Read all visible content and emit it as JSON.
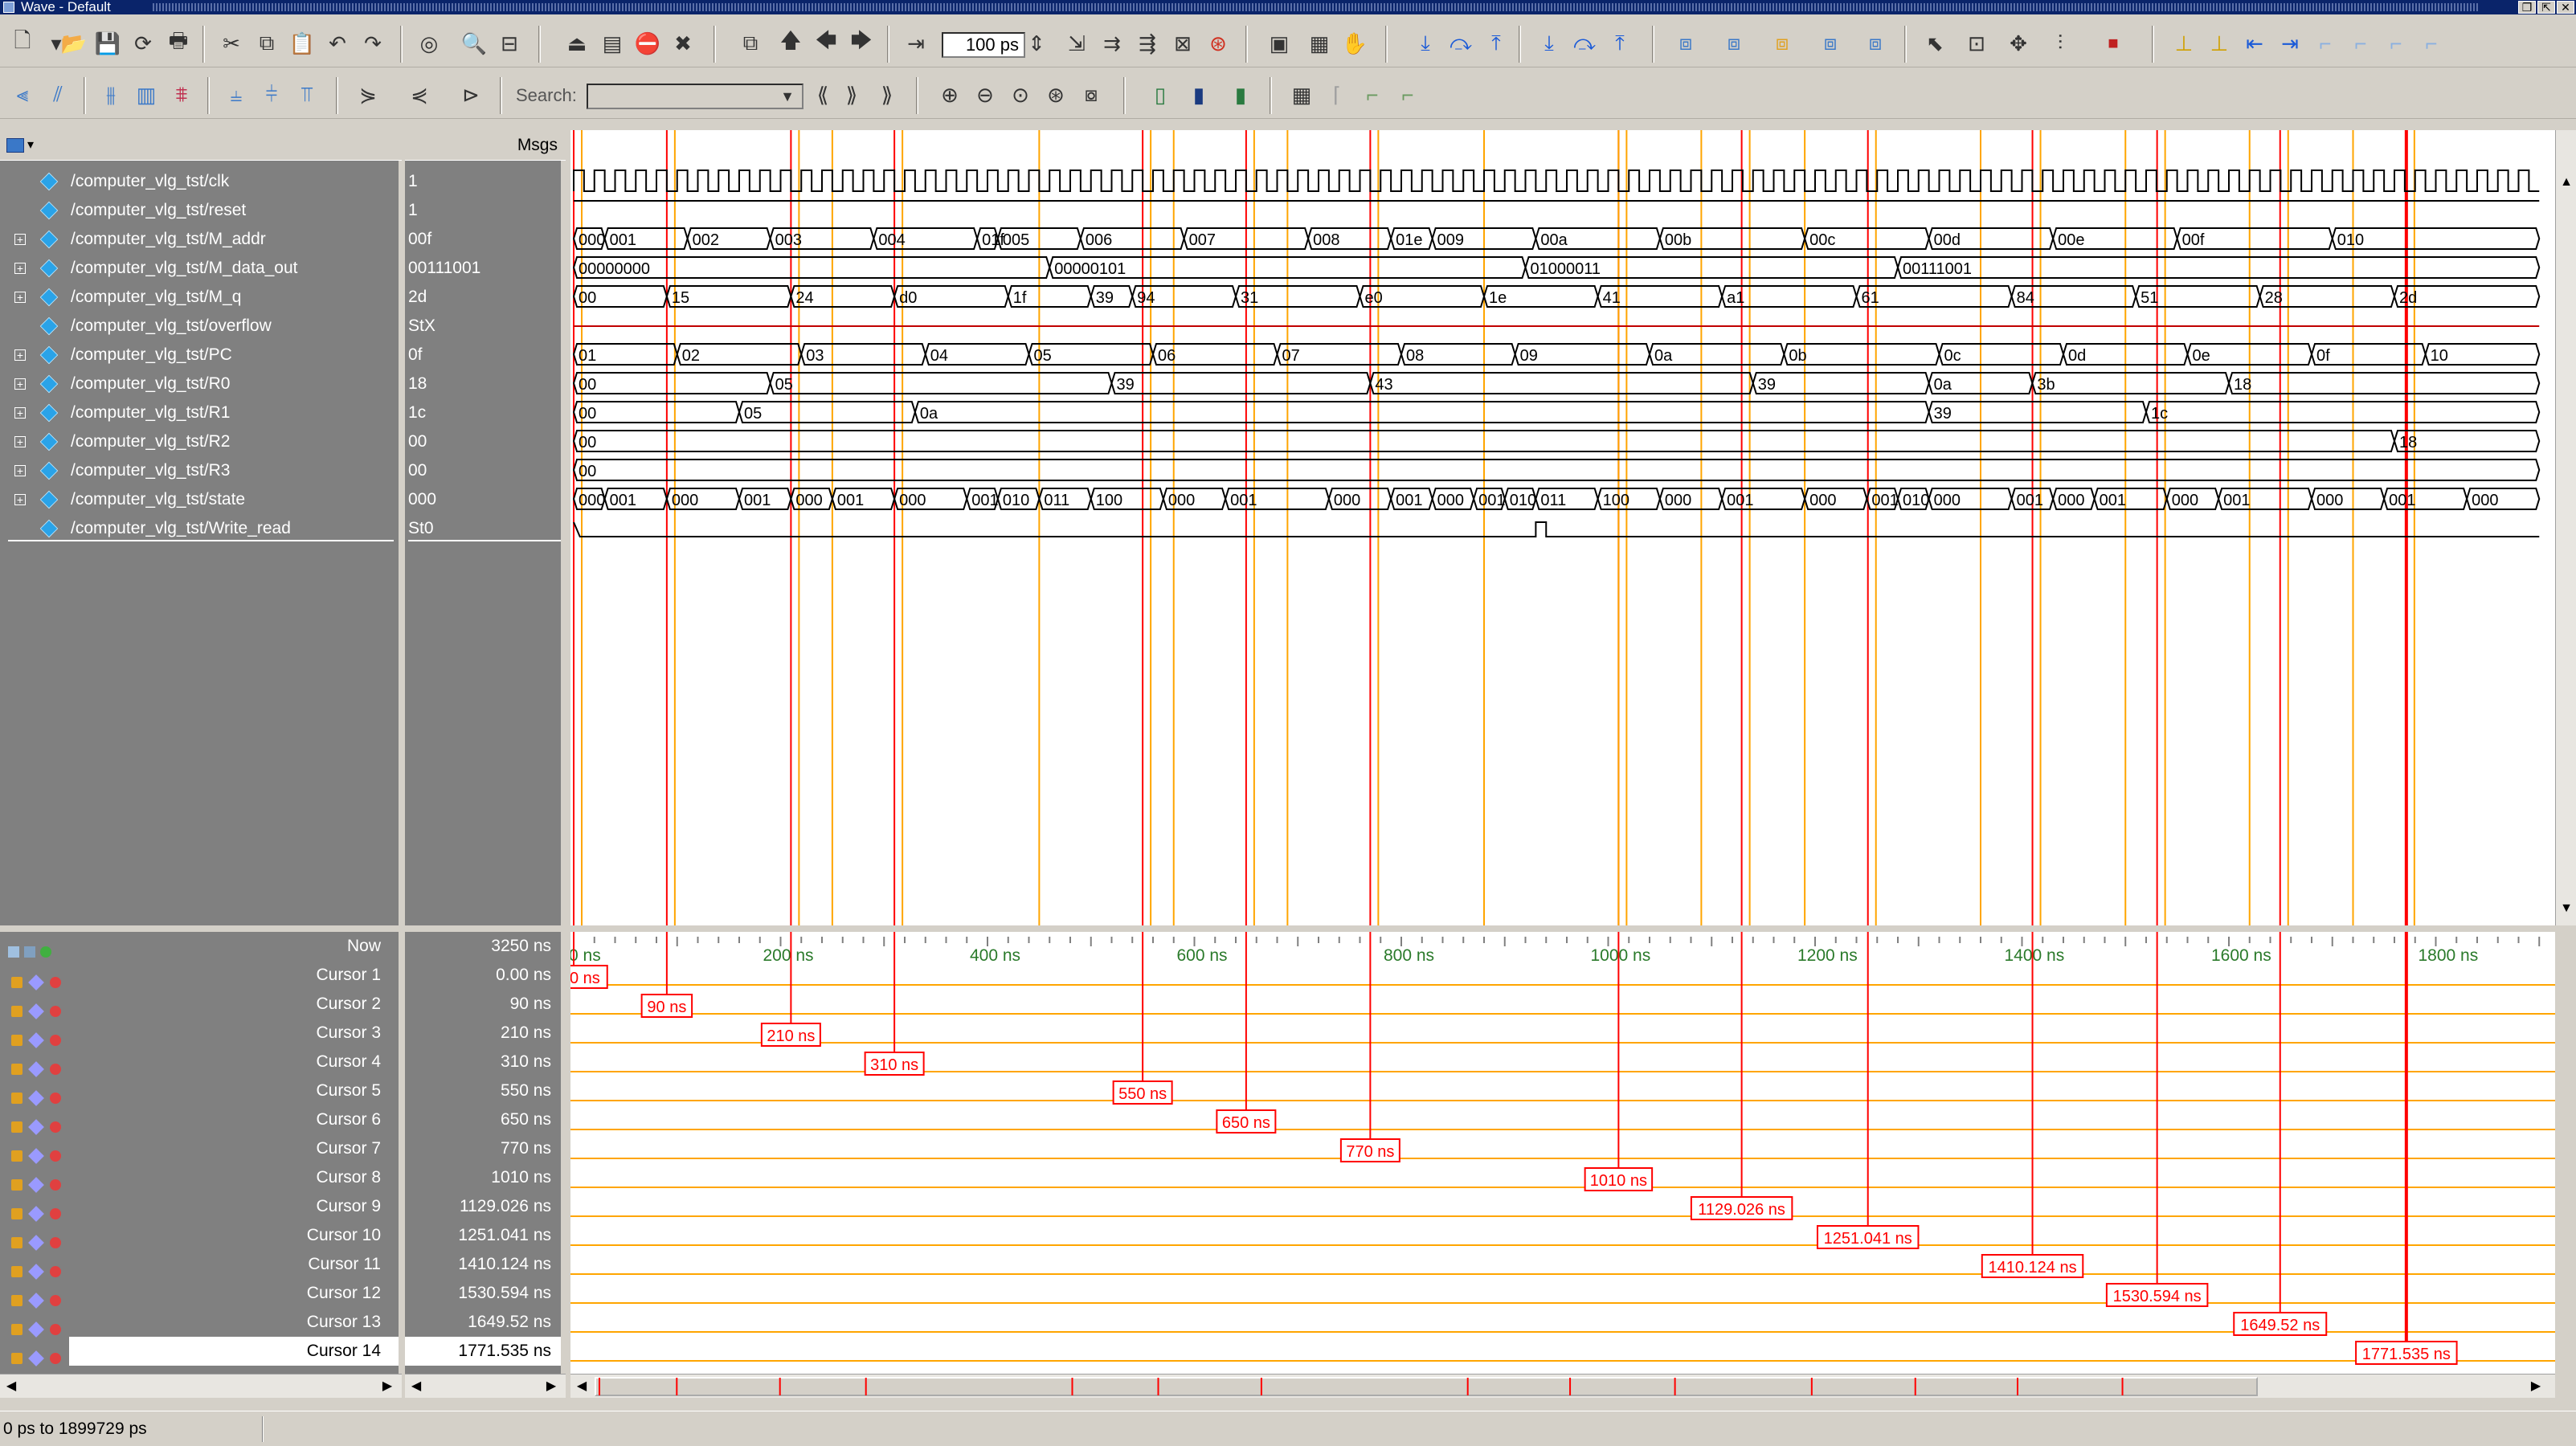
{
  "window": {
    "title": "Wave - Default"
  },
  "toolbar": {
    "time_value": "100 ps",
    "search_label": "Search:",
    "search_placeholder": ""
  },
  "header": {
    "msgs_label": "Msgs"
  },
  "signals": [
    {
      "name": "/computer_vlg_tst/clk",
      "value": "1",
      "expandable": false
    },
    {
      "name": "/computer_vlg_tst/reset",
      "value": "1",
      "expandable": false
    },
    {
      "name": "/computer_vlg_tst/M_addr",
      "value": "00f",
      "expandable": true
    },
    {
      "name": "/computer_vlg_tst/M_data_out",
      "value": "00111001",
      "expandable": true
    },
    {
      "name": "/computer_vlg_tst/M_q",
      "value": "2d",
      "expandable": true
    },
    {
      "name": "/computer_vlg_tst/overflow",
      "value": "StX",
      "expandable": false
    },
    {
      "name": "/computer_vlg_tst/PC",
      "value": "0f",
      "expandable": true
    },
    {
      "name": "/computer_vlg_tst/R0",
      "value": "18",
      "expandable": true
    },
    {
      "name": "/computer_vlg_tst/R1",
      "value": "1c",
      "expandable": true
    },
    {
      "name": "/computer_vlg_tst/R2",
      "value": "00",
      "expandable": true
    },
    {
      "name": "/computer_vlg_tst/R3",
      "value": "00",
      "expandable": true
    },
    {
      "name": "/computer_vlg_tst/state",
      "value": "000",
      "expandable": true
    },
    {
      "name": "/computer_vlg_tst/Write_read",
      "value": "St0",
      "expandable": false
    }
  ],
  "bus_values": [
    [
      "000",
      "001",
      "002",
      "003",
      "004",
      "01f",
      "005",
      "006",
      "007",
      "008",
      "01e",
      "009",
      "00a",
      "00b",
      "00c",
      "00d",
      "00e",
      "00f",
      "010"
    ],
    [
      "00000000",
      "00000101",
      "01000011",
      "00111001"
    ],
    [
      "00",
      "15",
      "24",
      "d0",
      "1f",
      "39",
      "94",
      "31",
      "e0",
      "1e",
      "41",
      "a1",
      "61",
      "84",
      "51",
      "28",
      "2d"
    ],
    [
      "01",
      "02",
      "03",
      "04",
      "05",
      "06",
      "07",
      "08",
      "09",
      "0a",
      "0b",
      "0c",
      "0d",
      "0e",
      "0f",
      "10"
    ],
    [
      "00",
      "05",
      "39",
      "43",
      "39",
      "0a",
      "3b",
      "18"
    ],
    [
      "00",
      "05",
      "0a",
      "39",
      "1c"
    ],
    [
      "00",
      "18"
    ],
    [
      "00"
    ],
    [
      "000",
      "001",
      "000",
      "001",
      "000",
      "001",
      "000",
      "001",
      "010",
      "011",
      "100",
      "000",
      "001",
      "000",
      "001",
      "000",
      "001",
      "010",
      "011",
      "100",
      "000",
      "001",
      "000",
      "001",
      "010",
      "000",
      "001",
      "000",
      "001",
      "000",
      "001",
      "000",
      "001",
      "000"
    ]
  ],
  "now": {
    "label": "Now",
    "value": "3250 ns"
  },
  "cursors": [
    {
      "name": "Cursor 1",
      "value": "0.00 ns",
      "label": "0.00 ns"
    },
    {
      "name": "Cursor 2",
      "value": "90 ns",
      "label": "90 ns"
    },
    {
      "name": "Cursor 3",
      "value": "210 ns",
      "label": "210 ns"
    },
    {
      "name": "Cursor 4",
      "value": "310 ns",
      "label": "310 ns"
    },
    {
      "name": "Cursor 5",
      "value": "550 ns",
      "label": "550 ns"
    },
    {
      "name": "Cursor 6",
      "value": "650 ns",
      "label": "650 ns"
    },
    {
      "name": "Cursor 7",
      "value": "770 ns",
      "label": "770 ns"
    },
    {
      "name": "Cursor 8",
      "value": "1010 ns",
      "label": "1010 ns"
    },
    {
      "name": "Cursor 9",
      "value": "1129.026 ns",
      "label": "1129.026 ns"
    },
    {
      "name": "Cursor 10",
      "value": "1251.041 ns",
      "label": "1251.041 ns"
    },
    {
      "name": "Cursor 11",
      "value": "1410.124 ns",
      "label": "1410.124 ns"
    },
    {
      "name": "Cursor 12",
      "value": "1530.594 ns",
      "label": "1530.594 ns"
    },
    {
      "name": "Cursor 13",
      "value": "1649.52 ns",
      "label": "1649.52 ns"
    },
    {
      "name": "Cursor 14",
      "value": "1771.535 ns",
      "label": "1771.535 ns"
    }
  ],
  "timeline": {
    "ticks": [
      "0 ns",
      "200 ns",
      "400 ns",
      "600 ns",
      "800 ns",
      "1000 ns",
      "1200 ns",
      "1400 ns",
      "1600 ns",
      "1800 ns"
    ]
  },
  "status": {
    "range": "0 ps to 1899729 ps"
  },
  "colors": {
    "cursor_line": "#ff0000",
    "marker_line": "#ffa500",
    "wave": "#000000",
    "panel_bg": "#808080"
  }
}
